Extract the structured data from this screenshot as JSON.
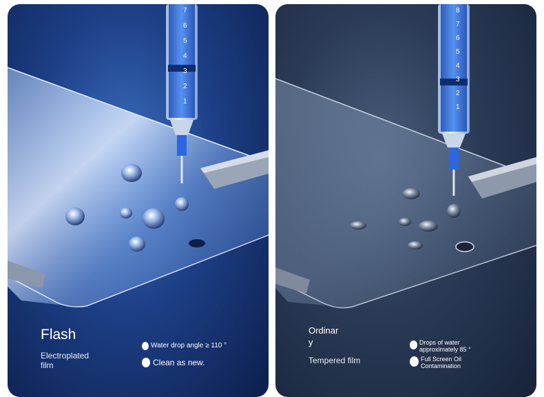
{
  "left_panel": {
    "title": "Flash",
    "subtitle_line1": "Electroplated",
    "subtitle_line2": "film",
    "feature1": "Water drop angle ≥ 110 °",
    "feature2": "Clean as new.",
    "syringe_scale": [
      "7",
      "6",
      "5",
      "4",
      "3",
      "2",
      "1"
    ]
  },
  "right_panel": {
    "title_line1": "Ordinar",
    "title_line2": "y",
    "subtitle": "Tempered film",
    "feature1_line1": "Drops of water",
    "feature1_line2": "approximately 85 °",
    "feature2_line1": "Full Screen Oil",
    "feature2_line2": "Contamination",
    "syringe_scale": [
      "8",
      "7",
      "6",
      "5",
      "4",
      "3",
      "2",
      "1"
    ]
  },
  "colors": {
    "left_bg": "#1d3f86",
    "right_bg": "#2b3b56",
    "syringe_blue": "#1f5fd6",
    "text": "#ffffff"
  }
}
